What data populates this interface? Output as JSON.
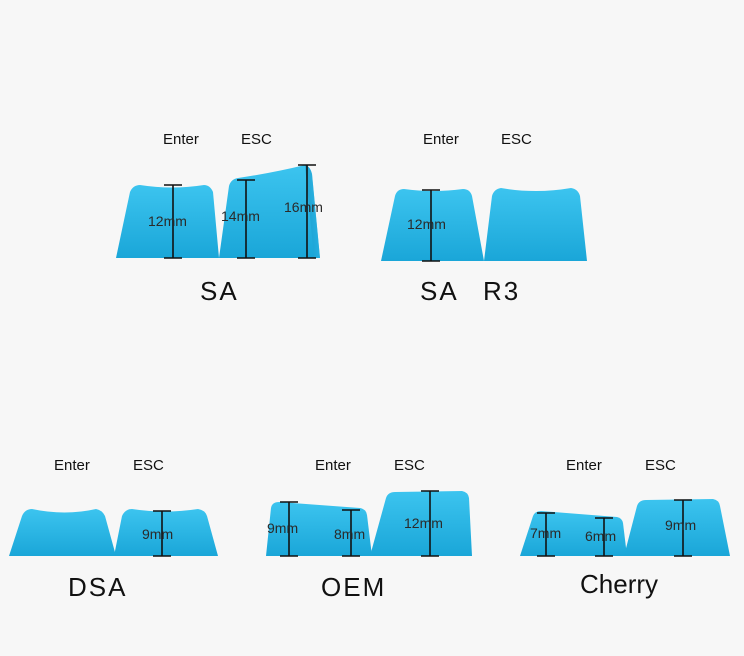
{
  "colors": {
    "keycap_top": "#3cc4ef",
    "keycap_bottom": "#1aa6d8",
    "background": "#f7f7f7"
  },
  "groups": {
    "sa": {
      "profile_name": "SA",
      "enter_label": "Enter",
      "esc_label": "ESC",
      "enter_height": "12mm",
      "esc_front_height": "14mm",
      "esc_back_height": "16mm"
    },
    "sa_r3": {
      "profile_name": "SA",
      "row_label": "R3",
      "enter_label": "Enter",
      "esc_label": "ESC",
      "enter_height": "12mm"
    },
    "dsa": {
      "profile_name": "DSA",
      "enter_label": "Enter",
      "esc_label": "ESC",
      "esc_height": "9mm"
    },
    "oem": {
      "profile_name": "OEM",
      "enter_label": "Enter",
      "esc_label": "ESC",
      "enter_back_height": "9mm",
      "enter_front_height": "8mm",
      "esc_height": "12mm"
    },
    "cherry": {
      "profile_name": "Cherry",
      "enter_label": "Enter",
      "esc_label": "ESC",
      "enter_back_height": "7mm",
      "enter_front_height": "6mm",
      "esc_height": "9mm"
    }
  }
}
